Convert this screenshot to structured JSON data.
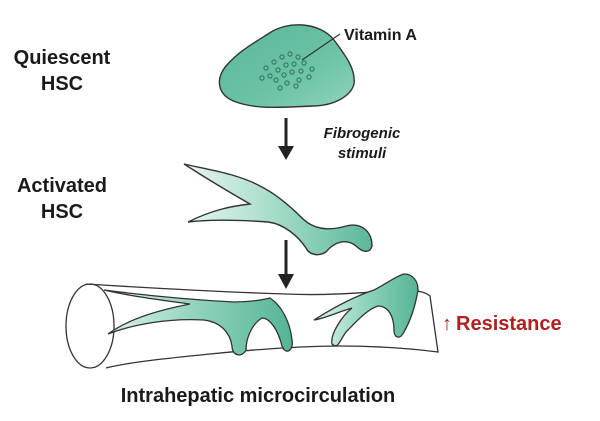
{
  "stages": {
    "quiescent_label_line1": "Quiescent",
    "quiescent_label_line2": "HSC",
    "activated_label_line1": "Activated",
    "activated_label_line2": "HSC"
  },
  "annotations": {
    "vitamin_a": "Vitamin A",
    "stimuli_line1": "Fibrogenic",
    "stimuli_line2": "stimuli",
    "resistance_arrow": "↑",
    "resistance": "Resistance"
  },
  "caption": "Intrahepatic microcirculation",
  "colors": {
    "cell_fill": "#5ab79b",
    "cell_fill_light": "#b9e6d8",
    "outline": "#333333",
    "arrow": "#222222",
    "resistance": "#b11f1f"
  }
}
